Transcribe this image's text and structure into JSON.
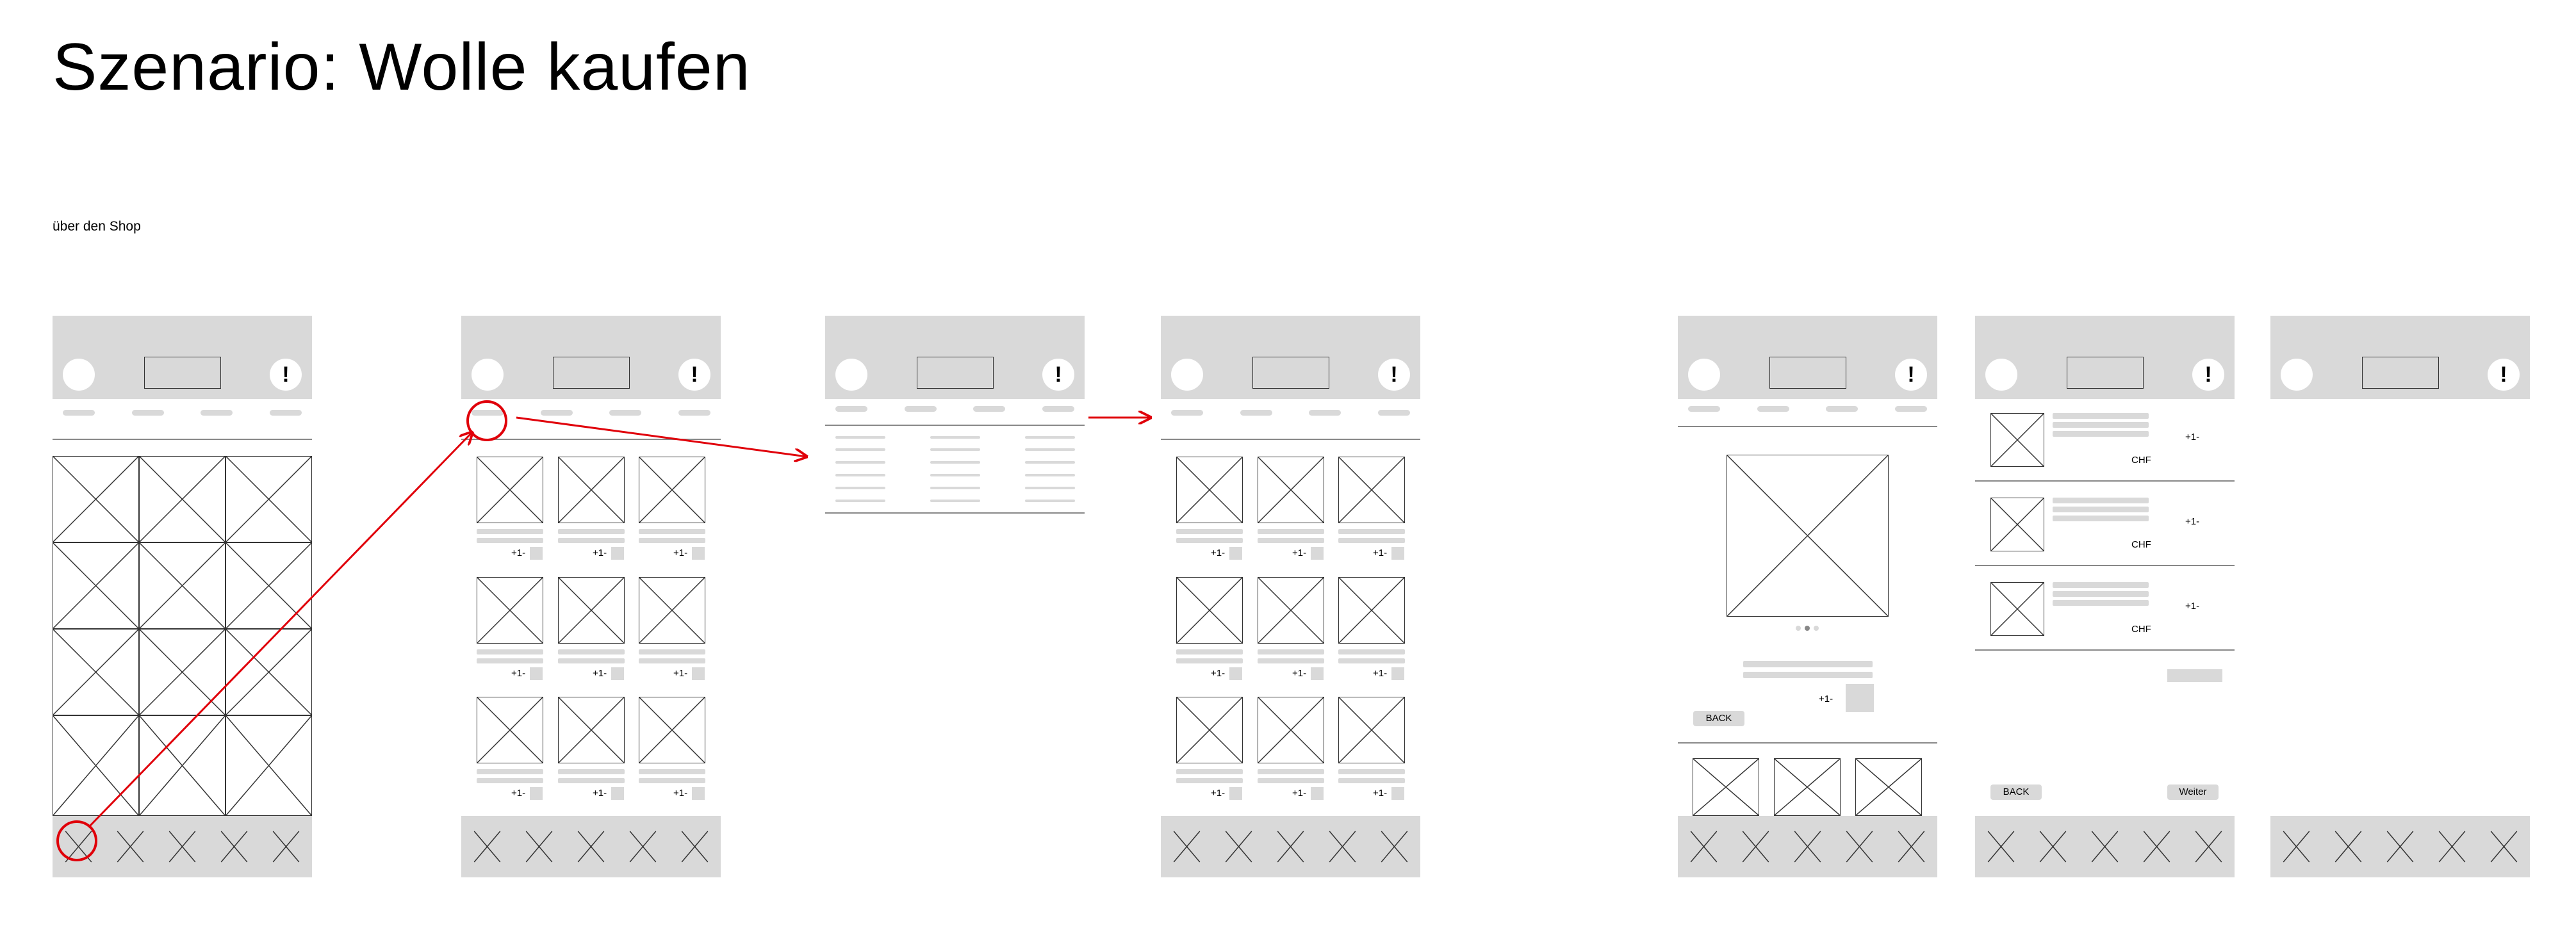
{
  "title": "Szenario: Wolle kaufen",
  "subtitle": "über den Shop",
  "icons": {
    "alert": "!"
  },
  "labels": {
    "price": "+1-",
    "currency": "CHF",
    "back": "BACK",
    "next": "Weiter"
  },
  "colors": {
    "placeholder": "#d9d9d9",
    "stroke": "#333333",
    "highlight": "#e0000a"
  }
}
